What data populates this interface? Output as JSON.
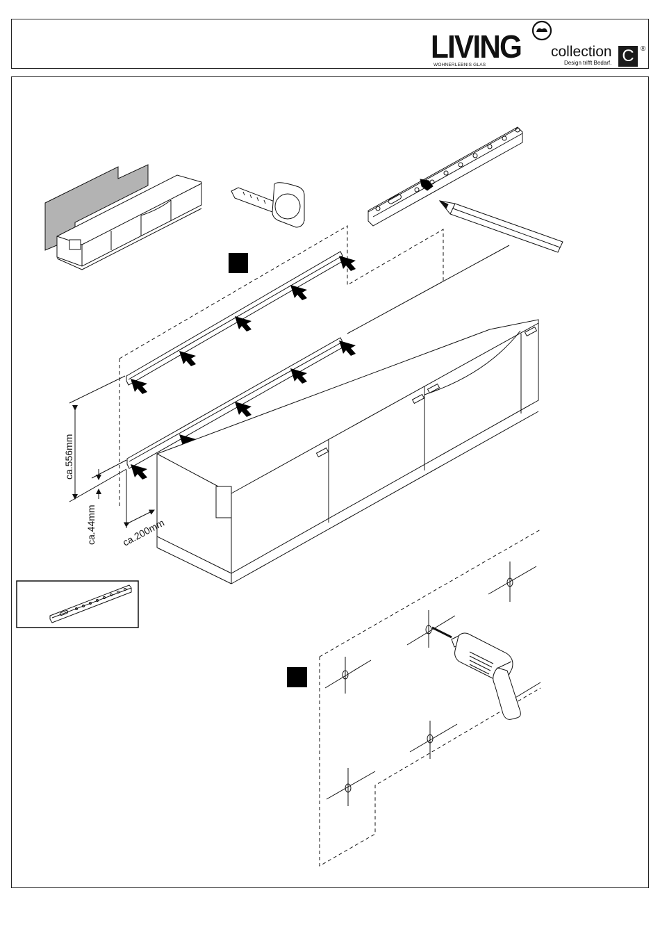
{
  "header": {
    "brand": "LIVING",
    "brand_tagline": "WOHNERLEBNIS GLAS",
    "collection": "collection",
    "collection_tagline": "Design trifft Bedarf.",
    "c_letter": "C",
    "registered": "®"
  },
  "dimensions": {
    "height_upper": "ca.556mm",
    "height_lower": "ca.44mm",
    "side_offset": "ca.200mm"
  },
  "icons": [
    "living-heart-icon",
    "tape-measure-icon",
    "pencil-icon",
    "mounting-rail-icon",
    "drill-icon",
    "wall-panel-icon",
    "sideboard-icon"
  ],
  "colors": {
    "ink": "#111111",
    "panel_gray": "#b3b3b3",
    "marker": "#000000"
  }
}
